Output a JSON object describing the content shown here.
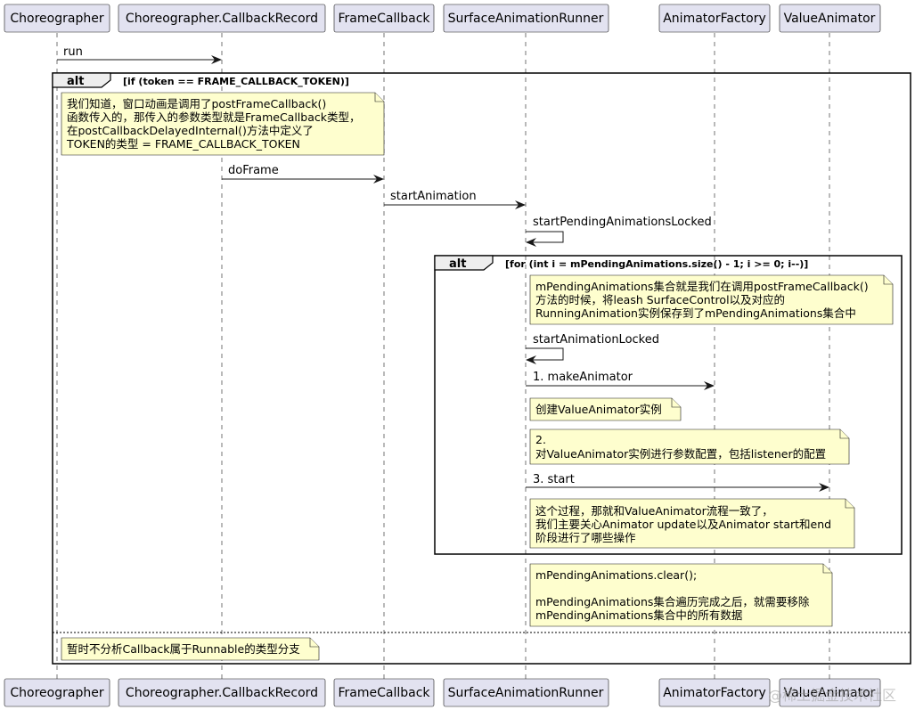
{
  "participants": [
    {
      "id": "choreographer",
      "label": "Choreographer"
    },
    {
      "id": "callback_record",
      "label": "Choreographer.CallbackRecord"
    },
    {
      "id": "frame_callback",
      "label": "FrameCallback"
    },
    {
      "id": "runner",
      "label": "SurfaceAnimationRunner"
    },
    {
      "id": "animator_factory",
      "label": "AnimatorFactory"
    },
    {
      "id": "value_animator",
      "label": "ValueAnimator"
    }
  ],
  "messages": {
    "run": "run",
    "doFrame": "doFrame",
    "startAnimation": "startAnimation",
    "startPending": "startPendingAnimationsLocked",
    "startLocked": "startAnimationLocked",
    "makeAnimator": "1. makeAnimator",
    "start": "3. start"
  },
  "fragments": {
    "outer": {
      "keyword": "alt",
      "condition": "[if (token == FRAME_CALLBACK_TOKEN)]"
    },
    "inner": {
      "keyword": "alt",
      "condition": "[for (int i = mPendingAnimations.size() - 1; i >= 0; i--)]"
    }
  },
  "notes": {
    "token": [
      "我们知道，窗口动画是调用了postFrameCallback()",
      "函数传入的，那传入的参数类型就是FrameCallback类型，",
      "在postCallbackDelayedInternal()方法中定义了",
      "TOKEN的类型 = FRAME_CALLBACK_TOKEN"
    ],
    "pending": [
      "mPendingAnimations集合就是我们在调用postFrameCallback()",
      "方法的时候，将leash SurfaceControl以及对应的",
      "RunningAnimation实例保存到了mPendingAnimations集合中"
    ],
    "create": [
      "创建ValueAnimator实例"
    ],
    "config": [
      "2.",
      "对ValueAnimator实例进行参数配置，包括listener的配置"
    ],
    "process": [
      "这个过程，那就和ValueAnimator流程一致了，",
      "我们主要关心Animator update以及Animator start和end",
      "阶段进行了哪些操作"
    ],
    "clear": [
      "mPendingAnimations.clear();",
      "",
      "mPendingAnimations集合遍历完成之后，就需要移除",
      "mPendingAnimations集合中的所有数据"
    ],
    "runnable": [
      "暂时不分析Callback属于Runnable的类型分支"
    ]
  },
  "watermark": "@稀土掘金技术社区"
}
